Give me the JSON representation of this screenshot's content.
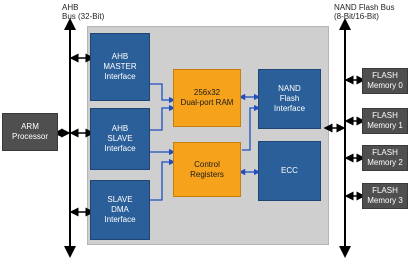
{
  "labels": {
    "ahb_bus": "AHB\nBus (32-Bit)",
    "nand_bus": "NAND Flash Bus\n(8-Bit/16-Bit)"
  },
  "blocks": {
    "arm": "ARM\nProcessor",
    "ahb_master": "AHB\nMASTER\nInterface",
    "ahb_slave": "AHB\nSLAVE\nInterface",
    "slave_dma": "SLAVE\nDMA\nInterface",
    "dual_port_ram": "256x32\nDual-port RAM",
    "control_registers": "Control\nRegisters",
    "nand_flash_interface": "NAND\nFlash\nInterface",
    "ecc": "ECC"
  },
  "flash_memories": [
    "FLASH\nMemory 0",
    "FLASH\nMemory 1",
    "FLASH\nMemory 2",
    "FLASH\nMemory 3"
  ],
  "colors": {
    "block_blue": "#2b5f99",
    "block_orange": "#f6a21a",
    "block_dark": "#4f4f4f",
    "panel_gray": "#cfcfcf",
    "bus_black": "#000000",
    "link_blue": "#1f4fbf"
  }
}
